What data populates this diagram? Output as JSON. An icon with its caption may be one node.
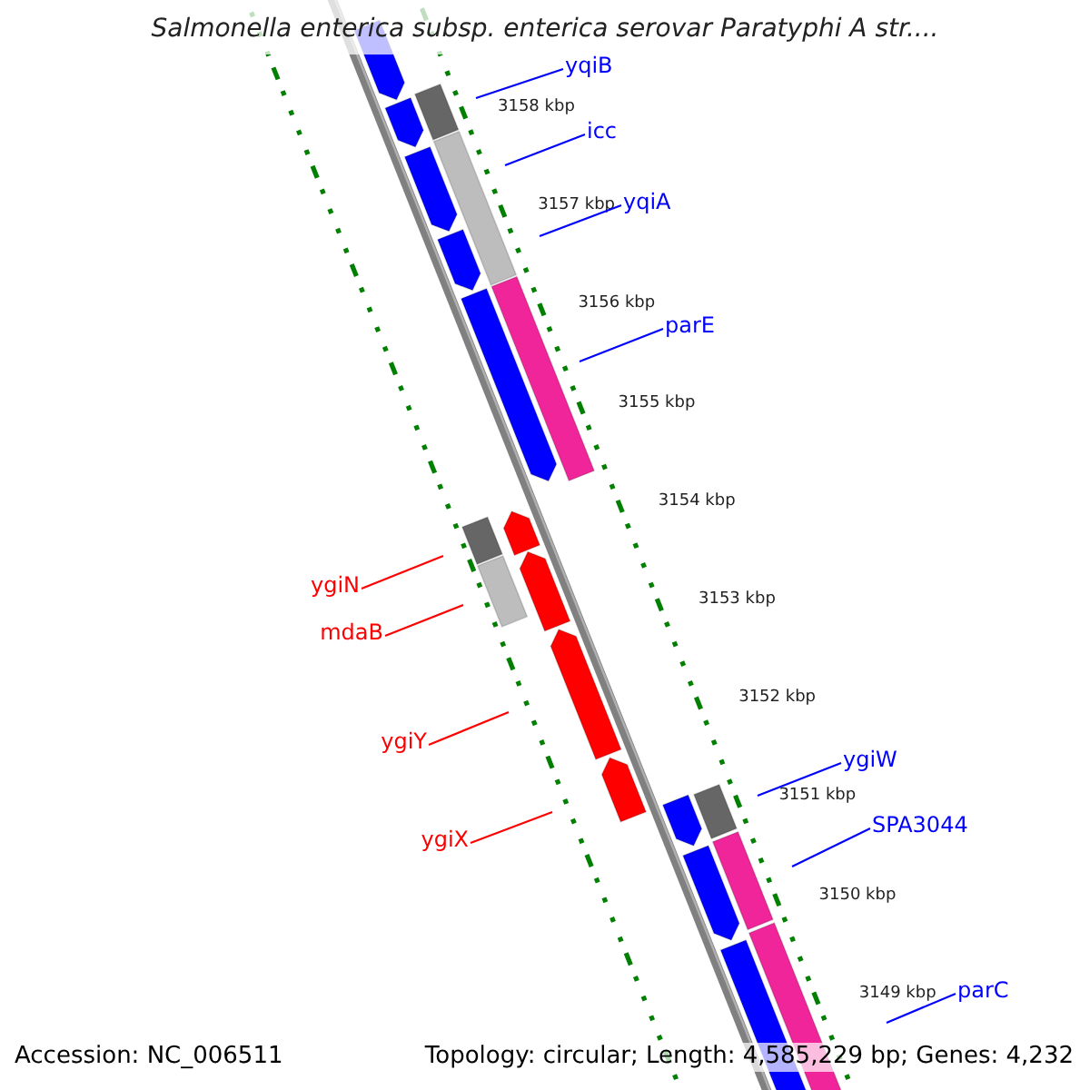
{
  "diagram": {
    "title": "Salmonella enterica subsp. enterica serovar Paratyphi A str....",
    "nodes": [
      {
        "text": [
          "yqiB"
        ]
      },
      {
        "text": [
          "icc"
        ]
      },
      {
        "text": [
          "yqiA"
        ]
      },
      {
        "text": [
          "parE"
        ]
      },
      {
        "text": [
          "ygiN"
        ]
      },
      {
        "text": [
          "mdaB"
        ]
      },
      {
        "text": [
          "ygiY"
        ]
      },
      {
        "text": [
          "ygiX"
        ]
      },
      {
        "text": [
          "ygiW"
        ]
      },
      {
        "text": [
          "SPA3044"
        ]
      },
      {
        "text": [
          "parC"
        ]
      }
    ],
    "edges": [
      {
        "from": 0,
        "to": null,
        "arrow": "none"
      },
      {
        "from": 1,
        "to": null,
        "arrow": "none"
      },
      {
        "from": 2,
        "to": null,
        "arrow": "none"
      },
      {
        "from": 3,
        "to": null,
        "arrow": "none"
      },
      {
        "from": 4,
        "to": null,
        "arrow": "none",
        "color": "#ff0000"
      },
      {
        "from": 5,
        "to": null,
        "arrow": "none",
        "color": "#ff0000"
      },
      {
        "from": 6,
        "to": null,
        "arrow": "none",
        "color": "#ff0000"
      },
      {
        "from": 7,
        "to": null,
        "arrow": "none",
        "color": "#ff0000"
      },
      {
        "from": 8,
        "to": null,
        "arrow": "none"
      },
      {
        "from": 9,
        "to": null,
        "arrow": "none"
      },
      {
        "from": 10,
        "to": null,
        "arrow": "none"
      }
    ],
    "labels": [
      "3158 kbp",
      "3157 kbp",
      "3156 kbp",
      "3155 kbp",
      "3154 kbp",
      "3153 kbp",
      "3152 kbp",
      "3151 kbp",
      "3150 kbp",
      "3149 kbp",
      "Accession: NC_006511",
      "Topology: circular; Length: 4,585,229 bp; Genes: 4,232"
    ]
  }
}
